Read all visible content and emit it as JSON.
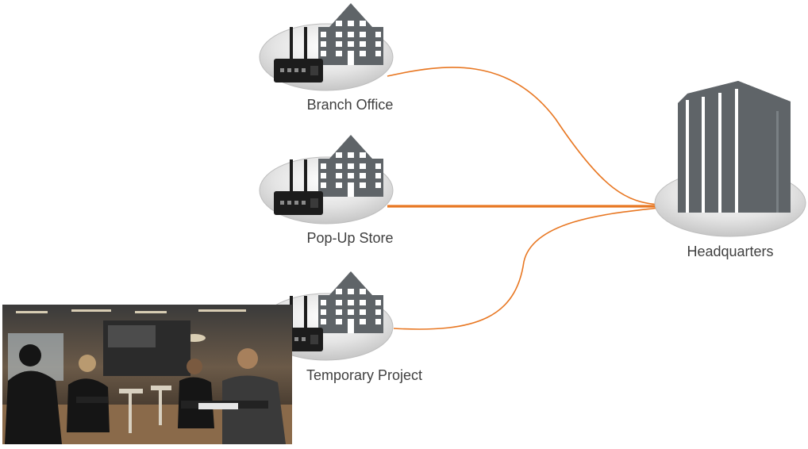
{
  "nodes": {
    "branch_office": {
      "label": "Branch Office"
    },
    "popup_store": {
      "label": "Pop-Up Store"
    },
    "temporary_project": {
      "label": "Temporary Project"
    },
    "headquarters": {
      "label": "Headquarters"
    }
  },
  "colors": {
    "link": "#e87722",
    "building": "#5f6468",
    "router": "#1c1c1c"
  }
}
